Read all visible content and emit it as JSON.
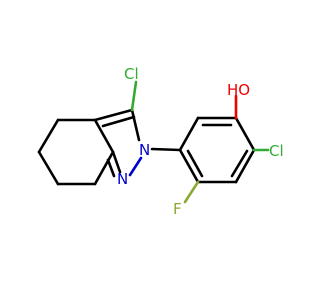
{
  "molecule": {
    "atoms": {
      "cl_top": {
        "text": "Cl",
        "color": "#33aa33"
      },
      "n_ring": {
        "text": "N",
        "color": "#0000cc"
      },
      "n_low": {
        "text": "N",
        "color": "#0000cc"
      },
      "f": {
        "text": "F",
        "color": "#88aa33"
      },
      "oh": {
        "text": "HO",
        "color": "#ee0000"
      },
      "cl_right": {
        "text": "Cl",
        "color": "#33aa33"
      }
    }
  }
}
